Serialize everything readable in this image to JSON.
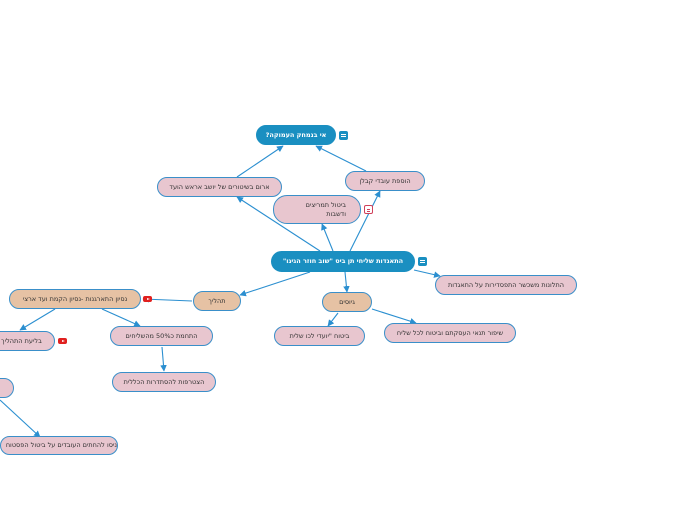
{
  "nodes": {
    "root": "התאגדות שליחי תן ביס \"שוב חוזר הגיגו\"",
    "top": "אי בנמחק העמוקה?",
    "strike_announce": "ארום בשיטורים של יושב אראש הועד",
    "add_workers": "הוספת עובדי קבלן",
    "strike_events": "ביטול תמריצים ודשבות",
    "process": "תהליך",
    "goals": "גיוסים",
    "complaints": "התלונות משכשר התפסדירות על התאגדות",
    "attempt": "נסיון התארגנות -נסיון הקמת ועד ארצי",
    "failed": "בליעת התהליך",
    "achieved": "התחמת כ50% מהשליחים",
    "managers": "הצטרפות להסתדרות הכללית",
    "hope": "ביטוח \"יועדי לכו שלית",
    "improve": "שיפור תנאי העסקתם וביטוח לכל שליח",
    "claim": "ניסו להחתים העובדים על ביטול הפסטוח"
  },
  "colors": {
    "blue": "#1a8fc1",
    "pink": "#e8c6cf",
    "tan": "#e6c2a4",
    "line": "#3a8fc9",
    "youtube": "#e0201f"
  }
}
